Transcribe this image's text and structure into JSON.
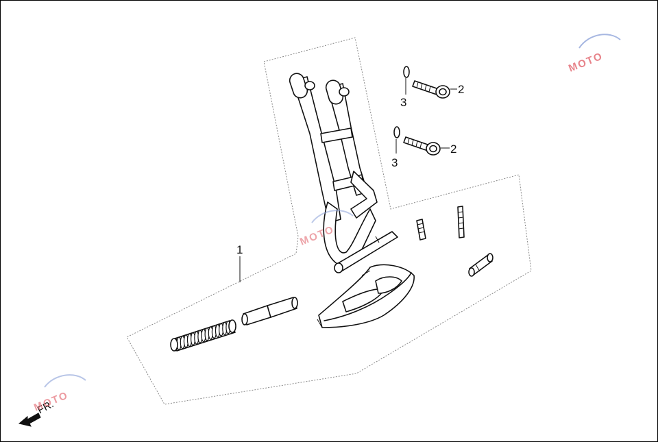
{
  "callouts": [
    {
      "id": "assembly",
      "label": "1"
    },
    {
      "id": "bolt-upper",
      "label": "2"
    },
    {
      "id": "bolt-lower",
      "label": "2"
    },
    {
      "id": "washer-upper",
      "label": "3"
    },
    {
      "id": "washer-lower",
      "label": "3"
    }
  ],
  "direction_label": "FR.",
  "watermark": {
    "text": "MOTO",
    "color": "#e05a63"
  },
  "colors": {
    "line": "#111111",
    "dashed_outline": "#888888",
    "background": "#ffffff"
  }
}
